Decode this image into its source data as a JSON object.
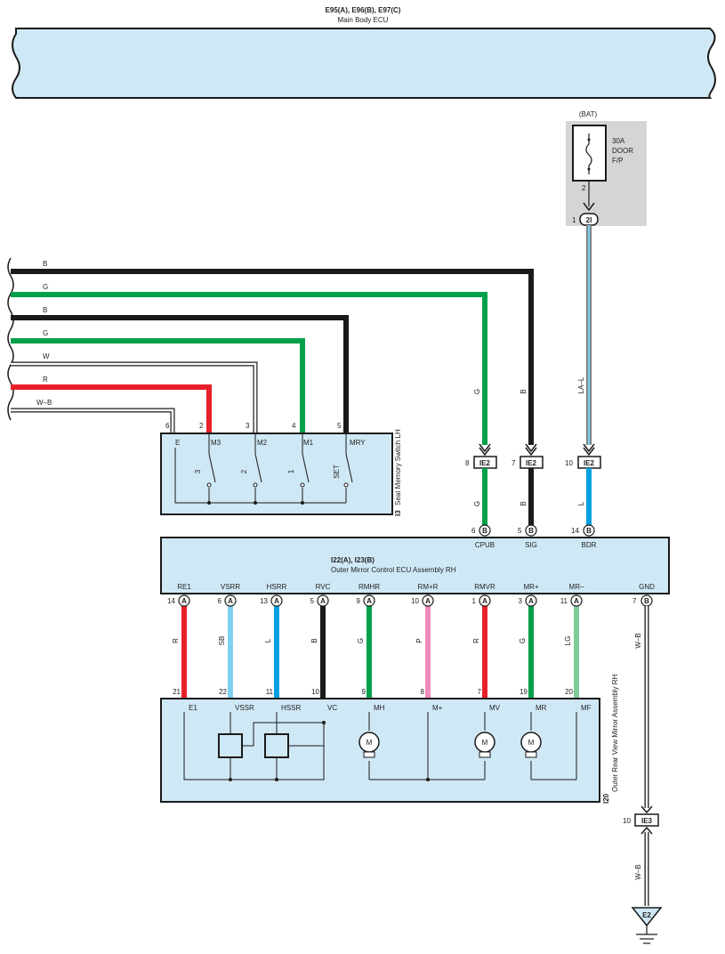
{
  "main_ecu": {
    "connectors": "E95(A), E96(B), E97(C)",
    "name": "Main Body ECU"
  },
  "fuse": {
    "source": "(BAT)",
    "rating": "30A",
    "name_line1": "DOOR",
    "name_line2": "F/P",
    "pin_top": "2",
    "pin_bottom": "1",
    "connector": "2I"
  },
  "left_wires": [
    "B",
    "G",
    "B",
    "G",
    "W",
    "R",
    "W–B"
  ],
  "seat_switch": {
    "connector": "I3",
    "name": "Seat Memory Switch LH",
    "pins": [
      "6",
      "2",
      "3",
      "4",
      "5"
    ],
    "terminals": [
      "E",
      "M3",
      "M2",
      "M1",
      "MRY"
    ],
    "switches": [
      "3",
      "2",
      "1",
      "SET"
    ]
  },
  "ie2_wires": [
    {
      "color_label": "G",
      "pin": "8",
      "connector": "IE2",
      "below_label": "G",
      "ecu_pin": "6",
      "ecu_conn": "B",
      "terminal": "CPUB"
    },
    {
      "color_label": "B",
      "pin": "7",
      "connector": "IE2",
      "below_label": "B",
      "ecu_pin": "5",
      "ecu_conn": "B",
      "terminal": "SIG"
    },
    {
      "color_label": "LA–L",
      "pin": "10",
      "connector": "IE2",
      "below_label": "L",
      "ecu_pin": "14",
      "ecu_conn": "B",
      "terminal": "BDR"
    }
  ],
  "mirror_ecu": {
    "connectors": "I22(A), I23(B)",
    "name": "Outer Mirror Control ECU Assembly RH",
    "terminals": [
      {
        "name": "RE1",
        "pin": "14",
        "conn": "A",
        "wire": "R",
        "mirror_pin": "21"
      },
      {
        "name": "VSRR",
        "pin": "6",
        "conn": "A",
        "wire": "SB",
        "mirror_pin": "22"
      },
      {
        "name": "HSRR",
        "pin": "13",
        "conn": "A",
        "wire": "L",
        "mirror_pin": "11"
      },
      {
        "name": "RVC",
        "pin": "5",
        "conn": "A",
        "wire": "B",
        "mirror_pin": "10"
      },
      {
        "name": "RMHR",
        "pin": "9",
        "conn": "A",
        "wire": "G",
        "mirror_pin": "9"
      },
      {
        "name": "RM+R",
        "pin": "10",
        "conn": "A",
        "wire": "P",
        "mirror_pin": "8"
      },
      {
        "name": "RMVR",
        "pin": "1",
        "conn": "A",
        "wire": "R",
        "mirror_pin": "7"
      },
      {
        "name": "MR+",
        "pin": "3",
        "conn": "A",
        "wire": "G",
        "mirror_pin": "19"
      },
      {
        "name": "MR–",
        "pin": "11",
        "conn": "A",
        "wire": "LG",
        "mirror_pin": "20"
      }
    ],
    "gnd": {
      "name": "GND",
      "pin": "7",
      "conn": "B",
      "wire": "W–B"
    }
  },
  "mirror": {
    "connector": "I20",
    "name": "Outer Rear View Mirror Assembly RH",
    "terminals": [
      "E1",
      "VSSR",
      "HSSR",
      "VC",
      "MH",
      "M+",
      "MV",
      "MR",
      "MF"
    ],
    "motor_label": "M"
  },
  "ground": {
    "pin": "10",
    "connector": "IE3",
    "wire": "W–B",
    "point": "E2"
  },
  "colors": {
    "box_fill": "#cfe8f5",
    "fuse_fill": "#d5d5d5",
    "black": "#1a1a1a",
    "green": "#00a04a",
    "red": "#e8202a",
    "blue": "#00a0e0",
    "sky": "#7fd0f0",
    "pink": "#f08cbc",
    "lightgreen": "#80cc98"
  }
}
